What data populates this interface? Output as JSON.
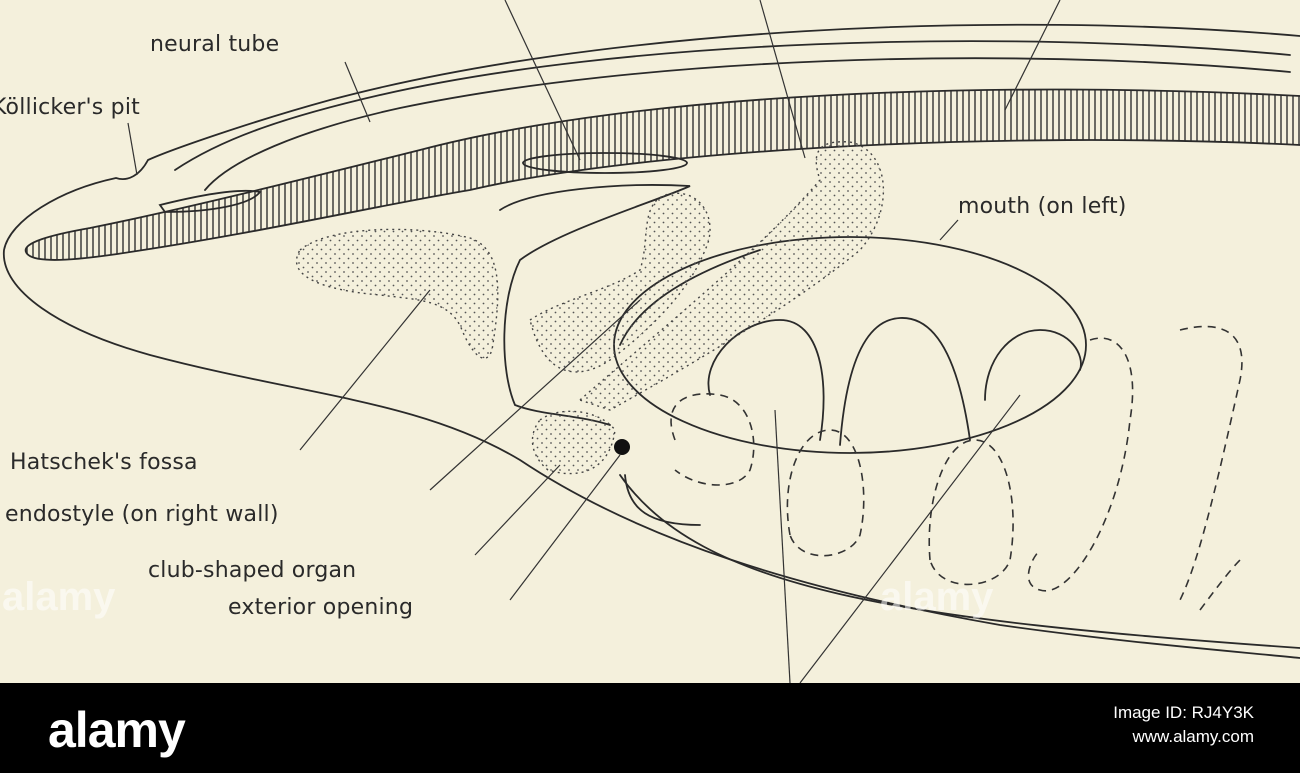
{
  "labels": {
    "neural_tube": "neural tube",
    "kollickers_pit": "Köllicker's pit",
    "mouth": "mouth (on left)",
    "hatscheks_fossa": "Hatschek's fossa",
    "endostyle": "endostyle (on right wall)",
    "club_shaped_organ": "club-shaped organ",
    "exterior_opening": "exterior opening"
  },
  "watermark": {
    "text": "alamy"
  },
  "footer": {
    "logo": "alamy",
    "image_id": "Image ID: RJ4Y3K",
    "site": "www.alamy.com"
  },
  "colors": {
    "paper": "#f4f0dc",
    "ink": "#2a2a2a",
    "footer_bg": "#000000"
  }
}
